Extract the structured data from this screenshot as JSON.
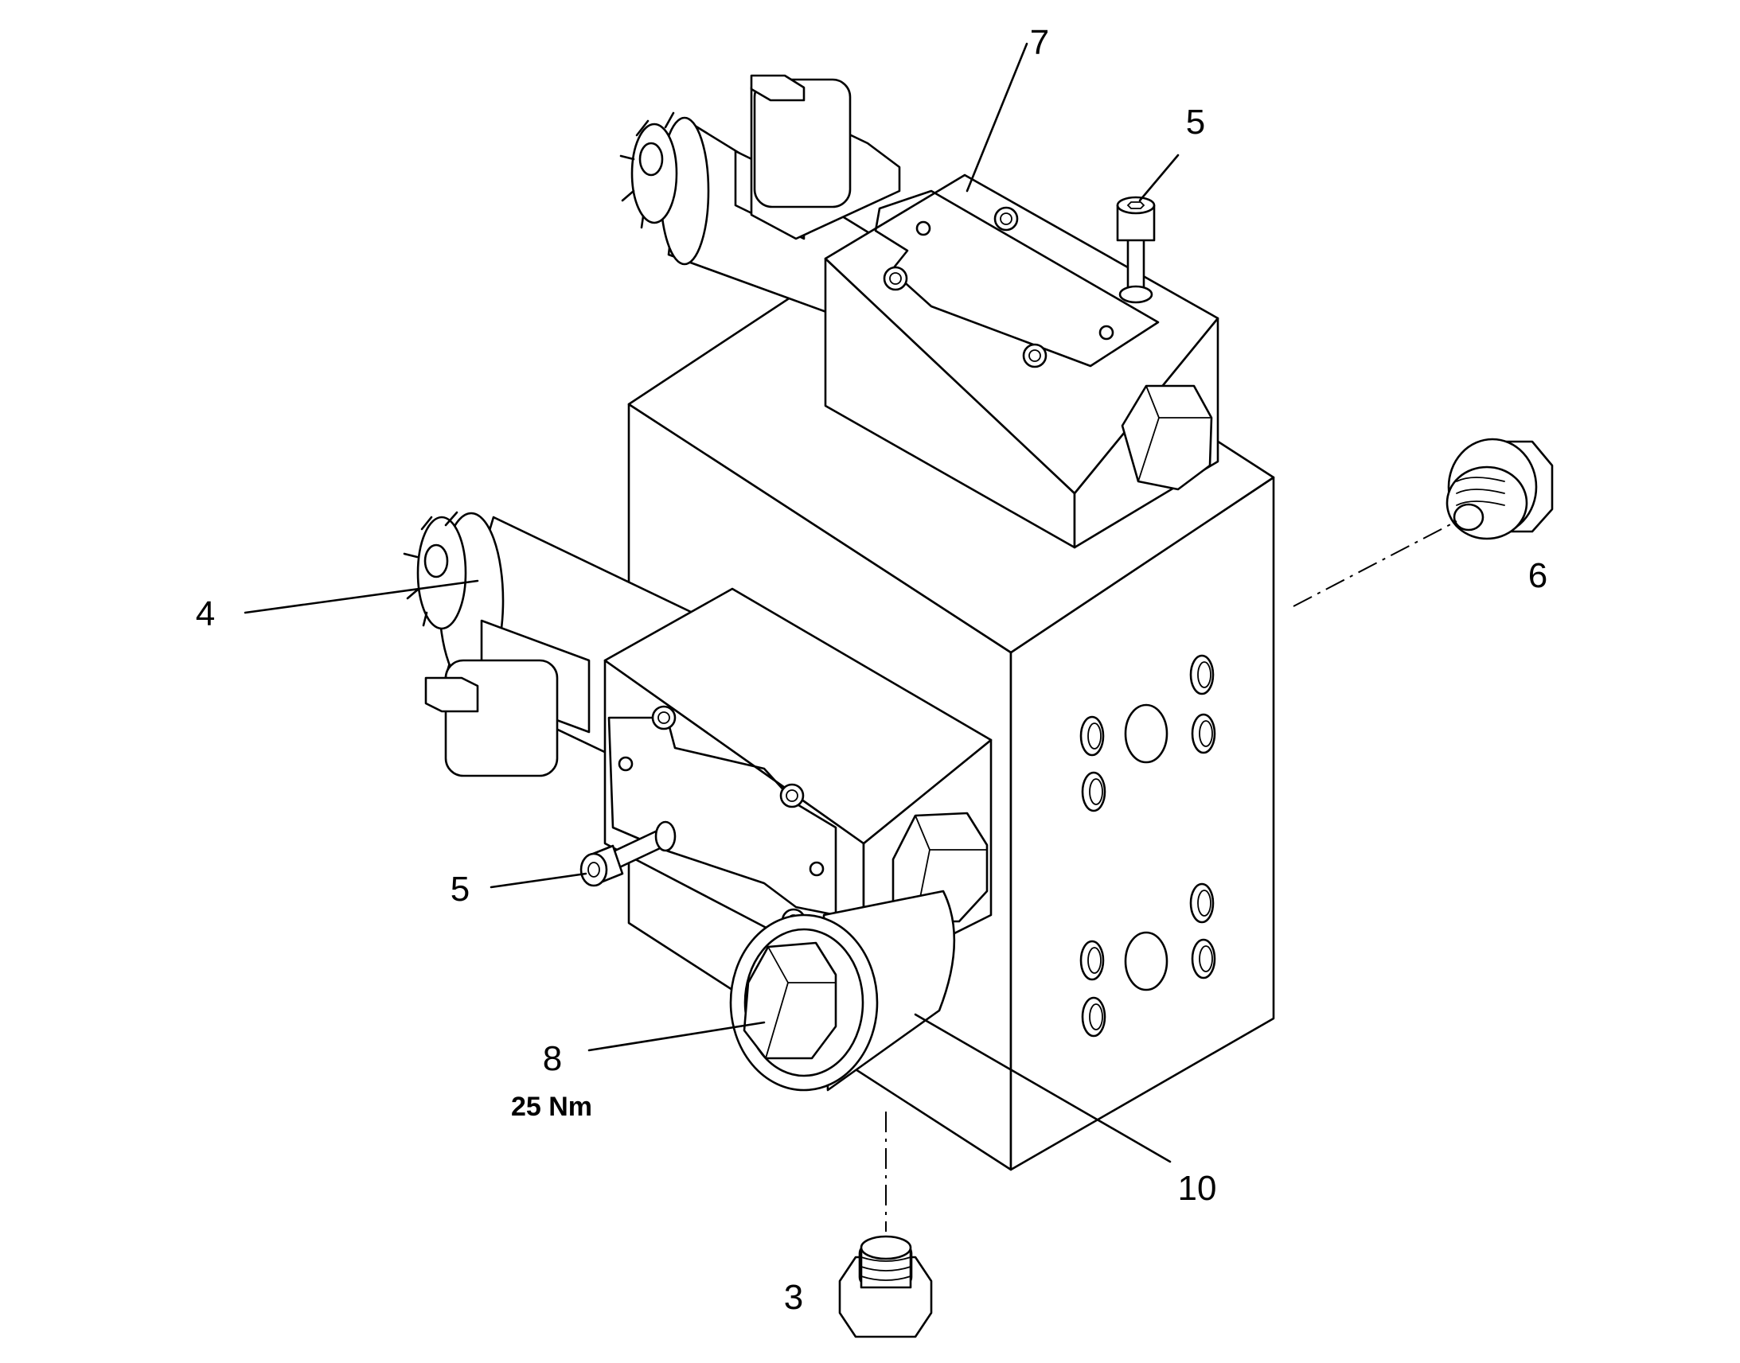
{
  "callouts": {
    "item_3": "3",
    "item_4": "4",
    "item_5_top": "5",
    "item_5_left": "5",
    "item_6": "6",
    "item_7": "7",
    "item_8": "8",
    "item_10": "10",
    "torque_item_8": "25 Nm"
  },
  "colors": {
    "line": "#000000",
    "background": "#ffffff"
  }
}
